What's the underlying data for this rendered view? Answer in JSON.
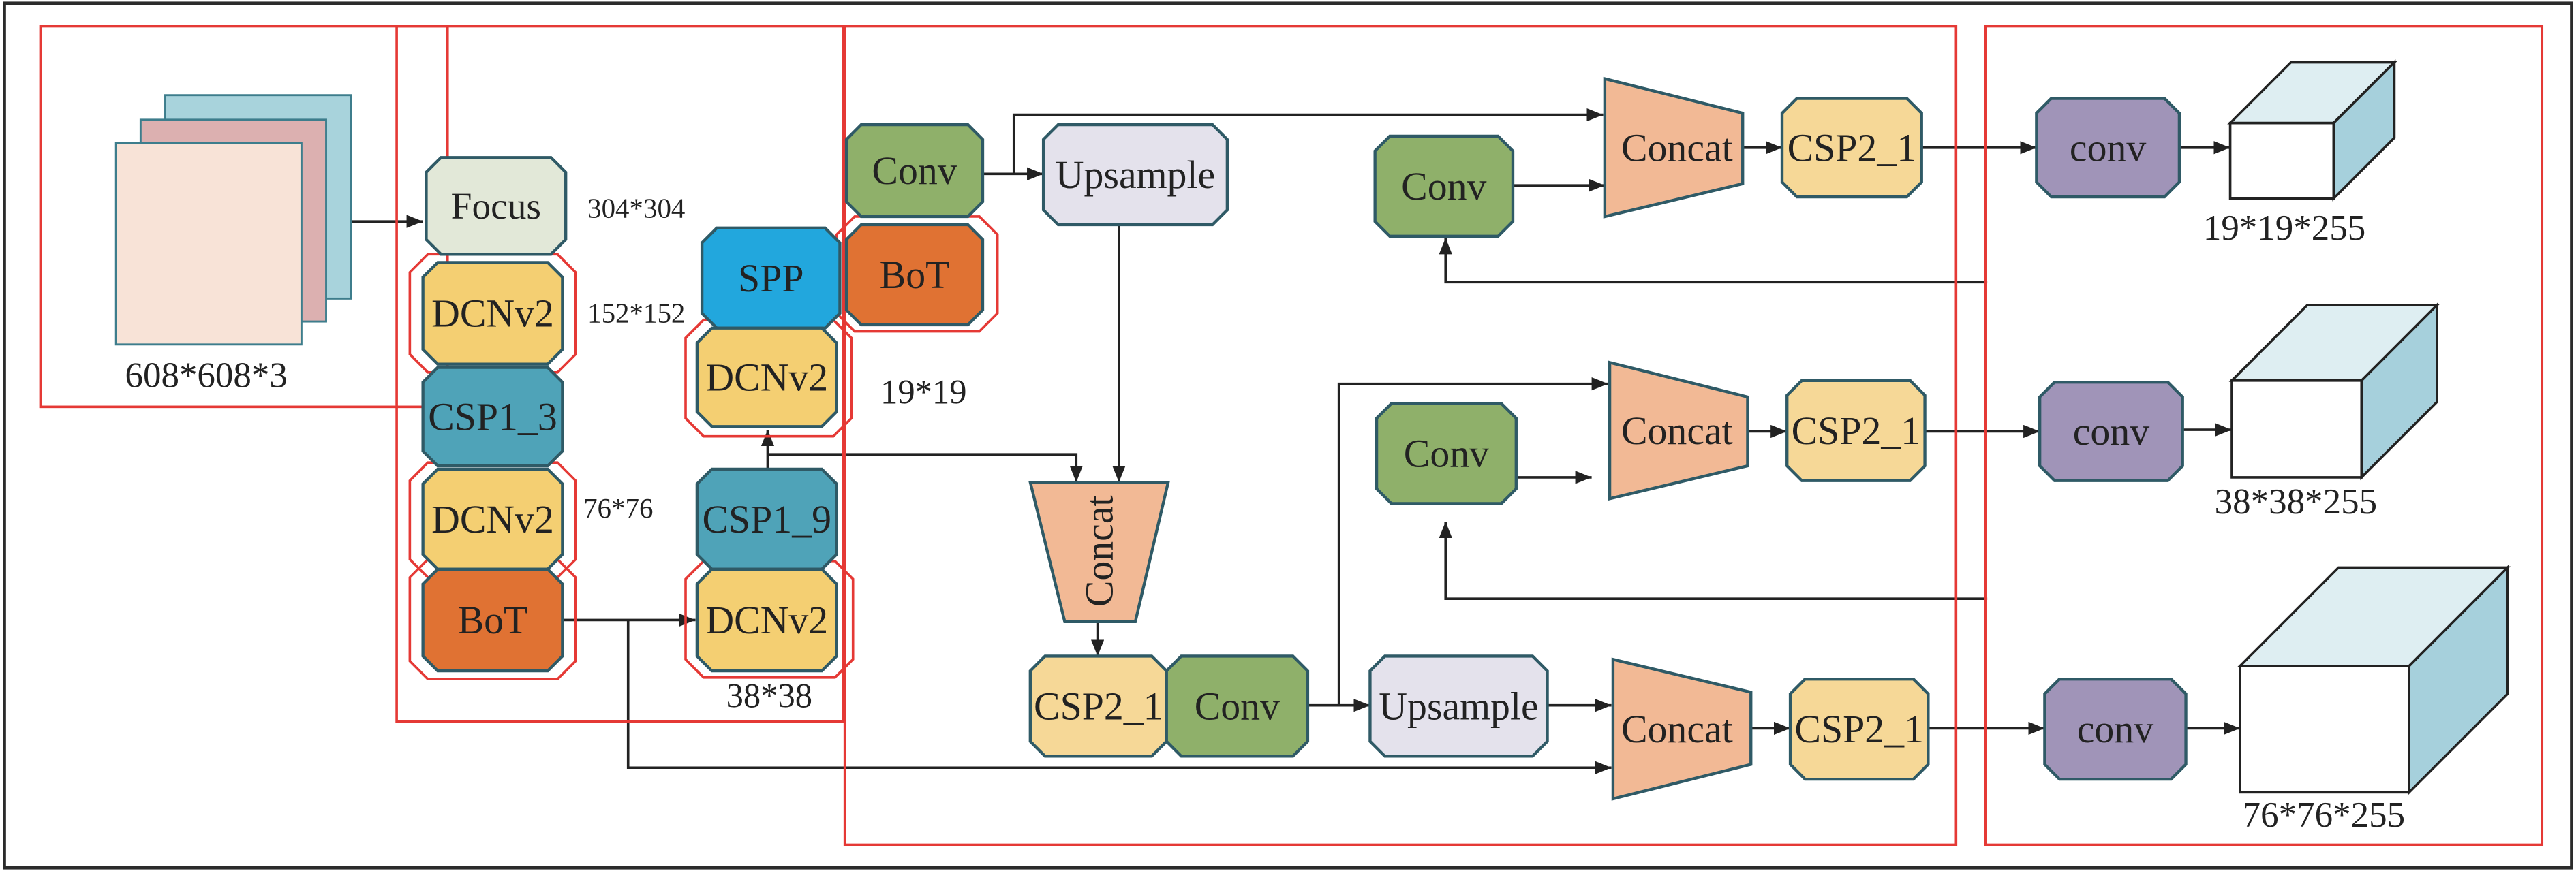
{
  "colors": {
    "frame": "#2b2b2b",
    "group_outline": "#e53935",
    "block_stroke": "#2f5a66",
    "focus": "#e2e8d8",
    "dcnv2": "#f4cf72",
    "csp1": "#4fa3b8",
    "bot": "#e07233",
    "spp": "#22a7dd",
    "conv": "#8fb06a",
    "upsample": "#e4e2ec",
    "concat": "#f2b995",
    "csp2": "#f6d897",
    "head_conv": "#a094b8",
    "cube_top": "#deeef2",
    "cube_side": "#a6d0dc",
    "input_back": "#a8d3dc",
    "input_mid": "#dcb0b0",
    "input_front": "#f8e3d7"
  },
  "input": {
    "label": "608*608*3"
  },
  "backbone": {
    "focus": "Focus",
    "focus_size": "304*304",
    "dcnv2_a": "DCNv2",
    "dcnv2_a_size": "152*152",
    "csp1_3": "CSP1_3",
    "dcnv2_b": "DCNv2",
    "dcnv2_b_size": "76*76",
    "bot": "BoT",
    "spp": "SPP",
    "dcnv2_c": "DCNv2",
    "csp1_9": "CSP1_9",
    "dcnv2_d": "DCNv2",
    "size_38": "38*38"
  },
  "neck": {
    "conv_top": "Conv",
    "bot": "BoT",
    "size_19": "19*19",
    "upsample_top": "Upsample",
    "concat_vertical": "Concat",
    "csp2_mid": "CSP2_1",
    "conv_mid": "Conv",
    "upsample_bottom": "Upsample",
    "concat_1": "Concat",
    "csp2_1": "CSP2_1",
    "conv_r1": "Conv",
    "concat_2": "Concat",
    "csp2_2": "CSP2_1",
    "conv_r2": "Conv",
    "concat_3": "Concat",
    "csp2_3": "CSP2_1"
  },
  "head": {
    "conv_1": "conv",
    "out_1": "19*19*255",
    "conv_2": "conv",
    "out_2": "38*38*255",
    "conv_3": "conv",
    "out_3": "76*76*255"
  }
}
